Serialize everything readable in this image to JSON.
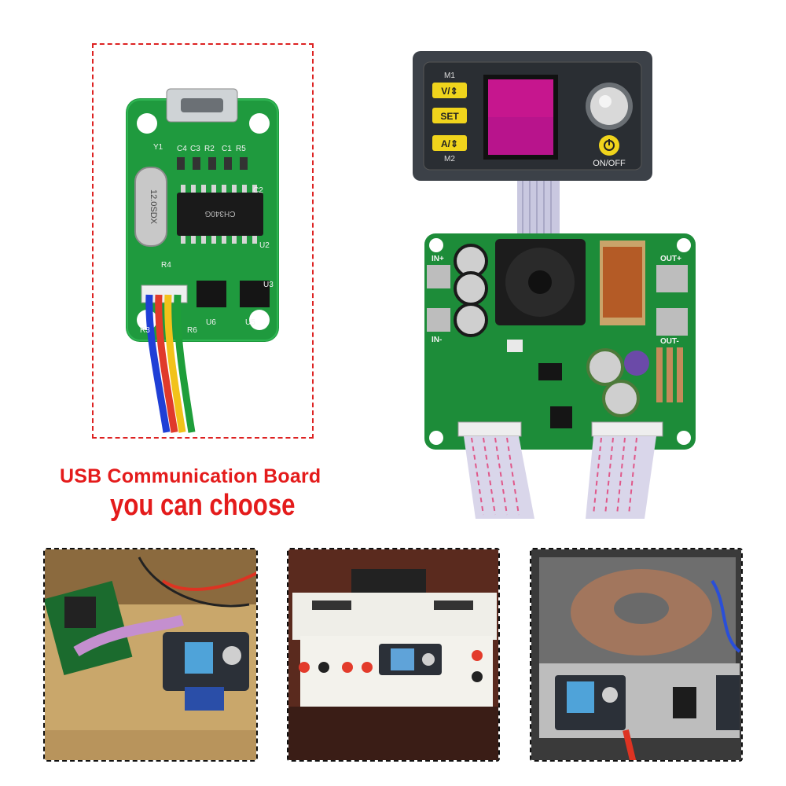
{
  "captions": {
    "line1": "USB Communication Board",
    "line2": "you can choose"
  },
  "usb_board": {
    "silkscreen": [
      "Y1",
      "C4",
      "C3",
      "R2",
      "C1",
      "R5",
      "C2",
      "U2",
      "R4",
      "U3",
      "R3",
      "U6",
      "U5",
      "R6"
    ],
    "crystal_text": "12.0SDX",
    "chip_text": "CH340G"
  },
  "controller": {
    "buttons": [
      "V/⇕",
      "SET",
      "A/⇕"
    ],
    "memory_labels": [
      "M1",
      "M2"
    ],
    "power_label": "ON/OFF"
  },
  "converter": {
    "labels": [
      "IN+",
      "IN-",
      "OUT+",
      "OUT-"
    ]
  },
  "colors": {
    "pcb_green": "#1f8f3a",
    "caption_red": "#e41b1b",
    "frame_red": "#dd2222"
  }
}
